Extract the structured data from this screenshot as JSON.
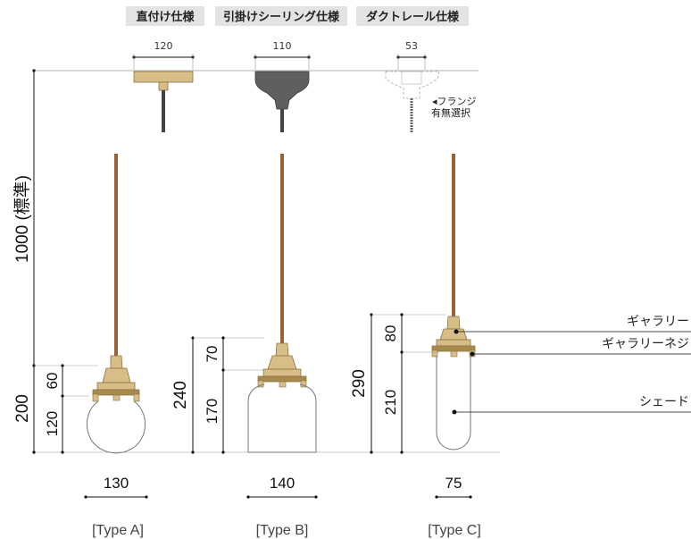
{
  "headers": {
    "a": "直付け仕様",
    "b": "引掛けシーリング仕様",
    "c": "ダクトレール仕様"
  },
  "top_widths": {
    "a": "120",
    "b": "110",
    "c": "53"
  },
  "flange_note": {
    "line1": "◂フランジ",
    "line2": "有無選択"
  },
  "overall_length": "1000 (標準)",
  "type_a": {
    "total": "200",
    "upper": "60",
    "lower": "120",
    "width": "130",
    "caption": "[Type A]"
  },
  "type_b": {
    "total": "240",
    "upper": "70",
    "lower": "170",
    "width": "140",
    "caption": "[Type B]"
  },
  "type_c": {
    "total": "290",
    "upper": "80",
    "lower": "210",
    "width": "75",
    "caption": "[Type C]"
  },
  "parts": {
    "gallery": "ギャラリー",
    "gallery_screw": "ギャラリーネジ",
    "shade": "シェード"
  },
  "colors": {
    "cord": "#9a6236",
    "brass": "#d8bd86",
    "brass_dark": "#a88a4c",
    "ceiling_gray": "#5f5f5f",
    "header_bg": "#e3e3e3",
    "glass": "#777777"
  }
}
